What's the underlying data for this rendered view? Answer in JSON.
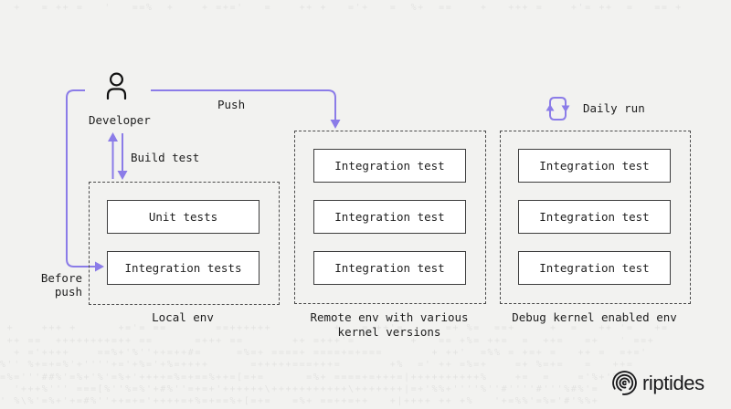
{
  "palette": {
    "background": "#f2f2f0",
    "accent_purple": "#8b7ce8",
    "text": "#1e1e1e",
    "solid_box_border": "#3d3d3d",
    "dashed_box_border": "#4b4b4b",
    "logo_color": "#1a1a1c"
  },
  "actor": {
    "label": "Developer",
    "icon": "person-icon"
  },
  "flows": {
    "push_label": "Push",
    "build_test_label": "Build test",
    "before_push_lines": [
      "Before",
      "push"
    ],
    "daily_run_label": "Daily run"
  },
  "environments": {
    "local": {
      "caption": "Local env",
      "tests": [
        "Unit tests",
        "Integration tests"
      ]
    },
    "remote": {
      "caption_lines": [
        "Remote env with various",
        "kernel versions"
      ],
      "tests": [
        "Integration test",
        "Integration test",
        "Integration test"
      ]
    },
    "debug": {
      "caption": "Debug kernel enabled env",
      "tests": [
        "Integration test",
        "Integration test",
        "Integration test"
      ]
    }
  },
  "branding": {
    "logo_text": "riptides",
    "logo_icon": "ripple-spiral-icon"
  },
  "texture": {
    "rows": [
      "  +   = ++ =   '   ==%  +    + =+='   =    ++ +   ='+   =  %+  ==    +   +++ =    +'= ++  =   == +",
      " +    +++ +      +='= ==       ==++++++         +   = ++'=      =+ %=  ==+     +  =   ++ '=   +=",
      " ++ ==  ++++++++=++ ==      =+++ ==       ++ =+++'=        +   == +%= ++=  =  ++=   =+   ' ==+ ",
      "  + ='++++    ==%+'%''++=++#=     =%=+ ====+ ====+=+===       + ++'  =%% = +=+ =   ++ =  =+='",
      "%'' %+=+=%'+''''+='+%='+%=++++      =+++++===+++=       +%  =' ++ =%=+    =+ %=+=   =   ++=",
      "=%='''##%'=%+'%'=%+'++++=%=+==%++=[=+=      =%+ ====+=+++=|++++++++++%    +=  =    ='%+'%%=",
      "  '+++%''' ===[%''%=%'+#%''=+=+'++++++\\+++++++++++\\+++++++|=+'%%+''''%''#''''#'''%#%'=",
      "' %\\%'=%+'+=#%''++=+='++++=+%=+==%+[=+=   =%+ ==++=++   +|++++ ++ +%   '+=%%'=%='#'%%+"
    ]
  }
}
